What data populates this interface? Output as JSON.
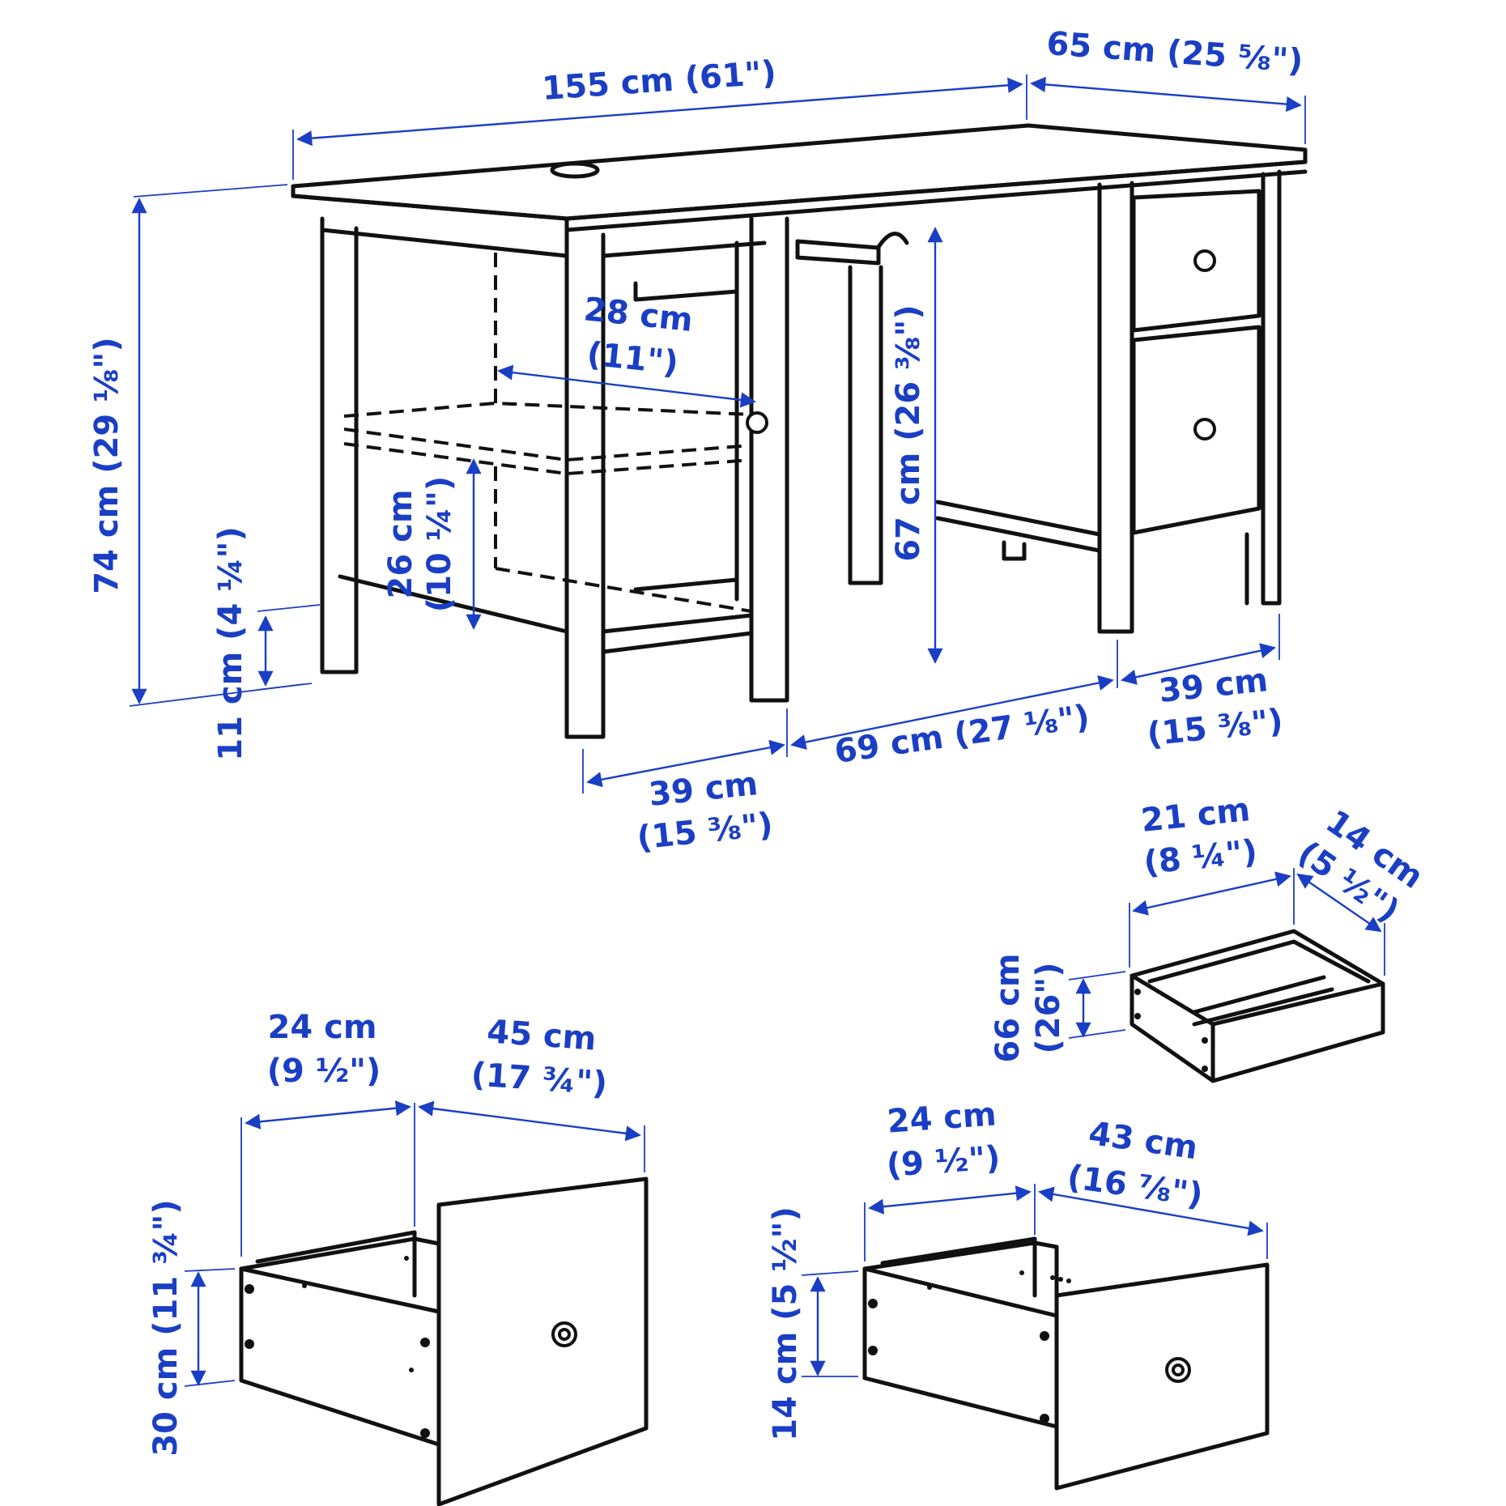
{
  "colors": {
    "dimension": "#1a3fc4",
    "line": "#111111",
    "background": "#ffffff"
  },
  "dimensions": {
    "desk_width": "155 cm (61\")",
    "desk_depth": "65 cm (25 ⅝\")",
    "desk_height": "74 cm (29 ⅛\")",
    "underdesk_height": "67 cm (26 ⅜\")",
    "shelf_depth_cm": "28 cm",
    "shelf_depth_in": "(11\")",
    "shelf_gap_cm": "26 cm",
    "shelf_gap_in": "(10 ¼\")",
    "floor_clearance": "11 cm (4 ¼\")",
    "knee_space": "69 cm (27 ⅛\")",
    "left_unit_cm": "39 cm",
    "left_unit_in": "(15 ⅜\")",
    "right_unit_cm": "39 cm",
    "right_unit_in": "(15 ⅜\")"
  },
  "small_drawer": {
    "width_cm": "21 cm",
    "width_in": "(8 ¼\")",
    "depth_cm": "14 cm",
    "depth_in": "(5 ½\")",
    "height_cm": "66 cm",
    "height_in": "(26\")"
  },
  "large_drawer": {
    "width_cm": "24 cm",
    "width_in": "(9 ½\")",
    "depth_cm": "45 cm",
    "depth_in": "(17 ¾\")",
    "height": "30 cm (11 ¾\")"
  },
  "medium_drawer": {
    "width_cm": "24 cm",
    "width_in": "(9 ½\")",
    "depth_cm": "43 cm",
    "depth_in": "(16 ⅞\")",
    "height": "14 cm (5 ½\")"
  }
}
